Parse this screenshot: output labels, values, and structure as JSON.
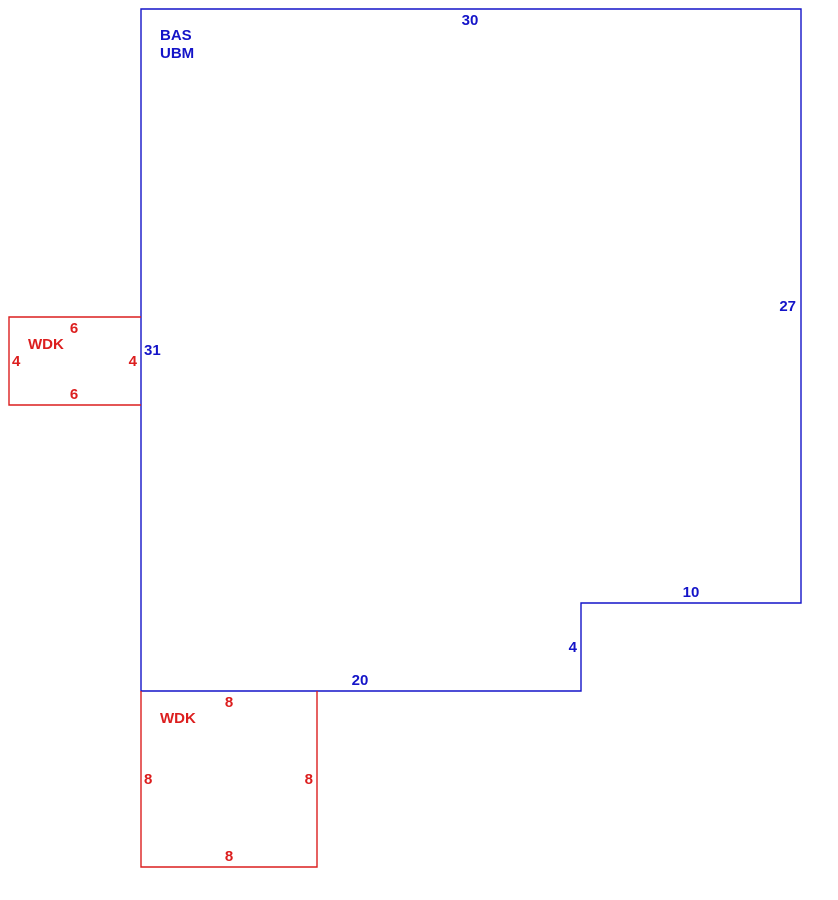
{
  "colors": {
    "main": "#1414c8",
    "deck": "#dc1e1e",
    "background": "#ffffff"
  },
  "main_area": {
    "codes": [
      "BAS",
      "UBM"
    ],
    "dimensions": {
      "top": "30",
      "right": "27",
      "left": "31",
      "step_horizontal": "10",
      "step_vertical": "4",
      "bottom": "20"
    }
  },
  "deck_left": {
    "code": "WDK",
    "dimensions": {
      "top": "6",
      "bottom": "6",
      "left": "4",
      "right": "4"
    }
  },
  "deck_bottom": {
    "code": "WDK",
    "dimensions": {
      "top": "8",
      "bottom": "8",
      "left": "8",
      "right": "8"
    }
  }
}
